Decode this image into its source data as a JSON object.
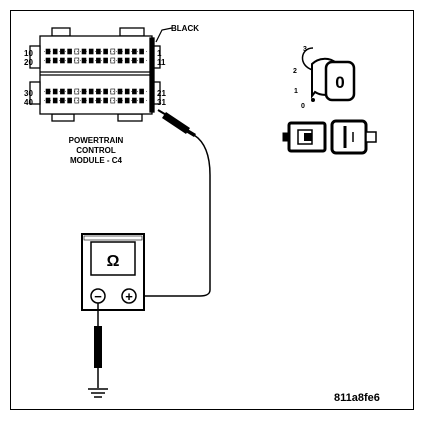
{
  "connector": {
    "color_label": "BLACK",
    "pin_labels": {
      "p10": "10",
      "p20": "20",
      "p1": "1",
      "p11": "11",
      "p30": "30",
      "p40": "40",
      "p21": "21",
      "p31": "31"
    },
    "module_label": [
      "POWERTRAIN",
      "CONTROL",
      "MODULE - C4"
    ]
  },
  "ignition": {
    "positions": [
      "3",
      "2",
      "1",
      "0"
    ],
    "key_glyph": "0"
  },
  "meter": {
    "symbol": "Ω",
    "negative": "−",
    "positive": "+"
  },
  "figure_id": "811a8fe6",
  "colors": {
    "ink": "#000000",
    "background": "#ffffff",
    "body_fill": "#cfcfcf"
  }
}
